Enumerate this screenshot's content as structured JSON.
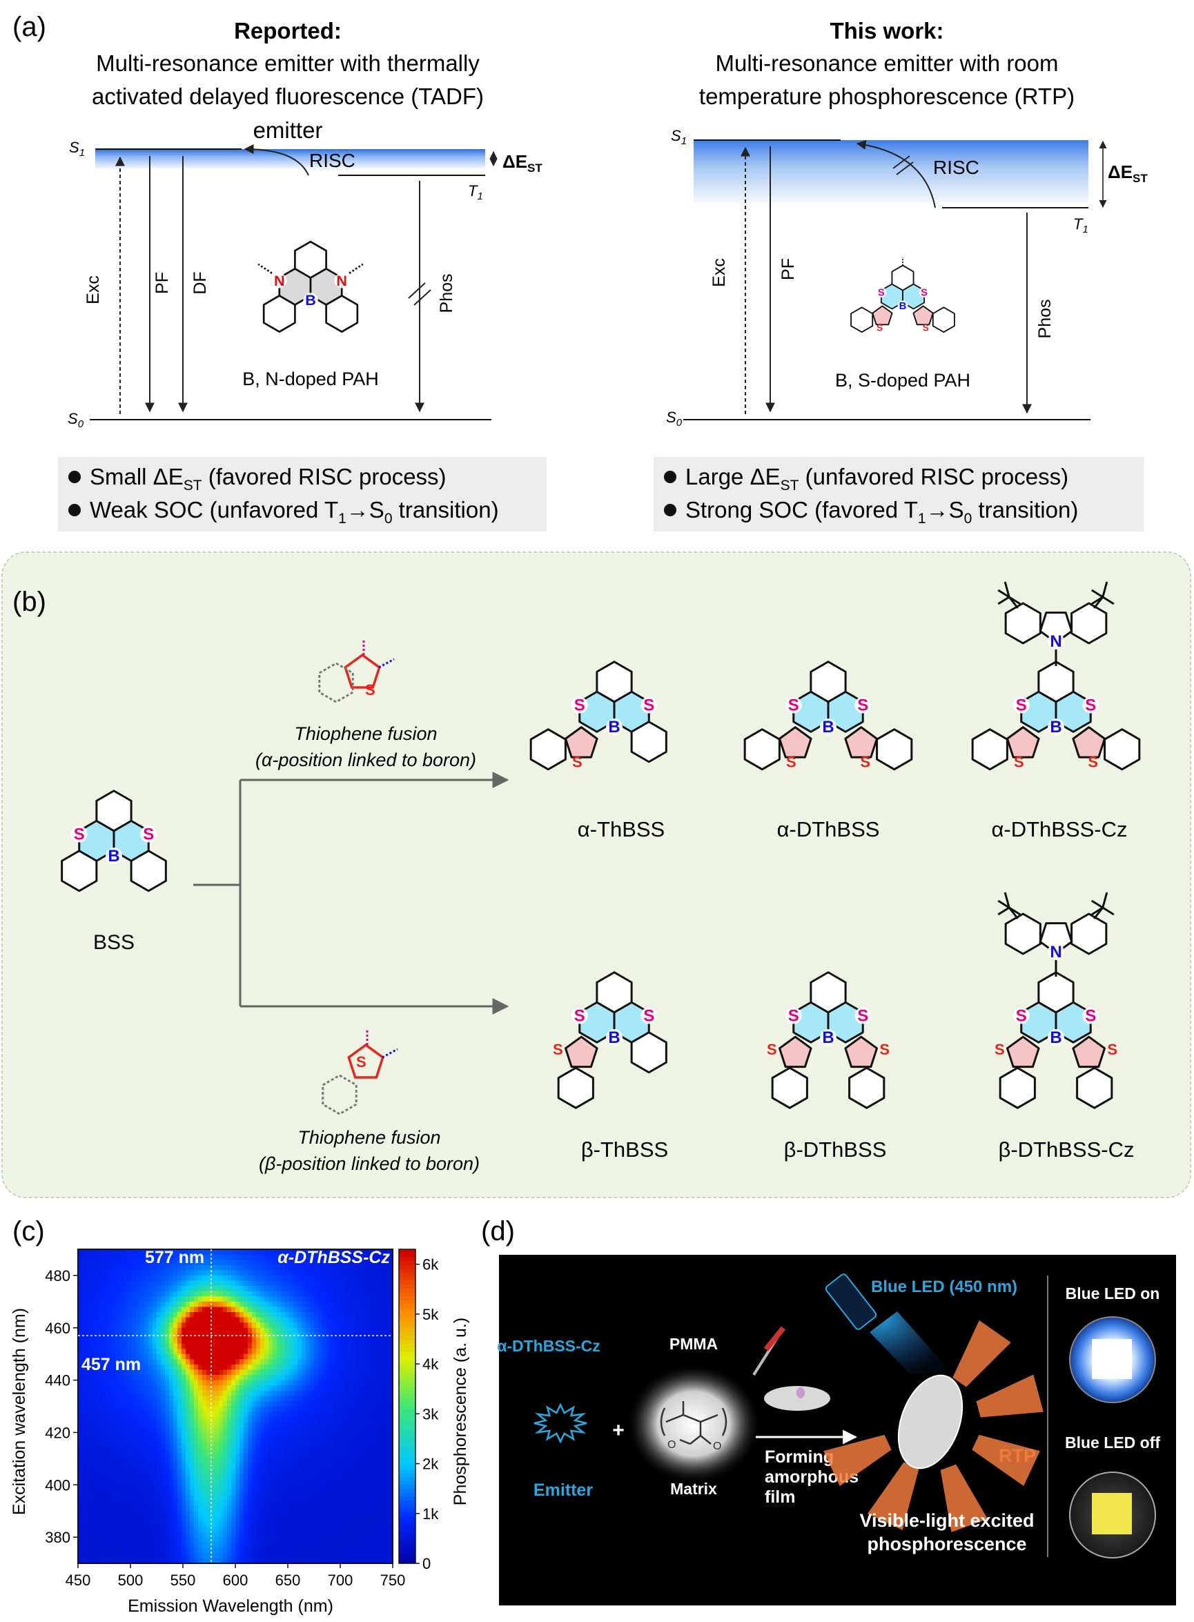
{
  "panel_a": {
    "label": "(a)",
    "reported": {
      "heading": "Reported:",
      "line1": "Multi-resonance emitter with thermally",
      "line2": "activated delayed fluorescence  (TADF)",
      "line3": "emitter",
      "s1": "S",
      "s1_sub": "1",
      "t1": "T",
      "t1_sub": "1",
      "s0": "S",
      "s0_sub": "0",
      "risc": "RISC",
      "dest": "ΔE",
      "dest_sub": "ST",
      "exc": "Exc",
      "pf": "PF",
      "df": "DF",
      "phos": "Phos",
      "atom_n": "N",
      "atom_b": "B",
      "molecule_caption": "B, N-doped PAH",
      "bullet1_pre": "Small ΔE",
      "bullet1_sub": "ST",
      "bullet1_post": " (favored RISC process)",
      "bullet2_pre": "Weak SOC (unfavored T",
      "bullet2_sub1": "1",
      "bullet2_arrow": "→S",
      "bullet2_sub2": "0",
      "bullet2_post": " transition)"
    },
    "this_work": {
      "heading": "This work:",
      "line1": "Multi-resonance emitter with room",
      "line2": "temperature phosphorescence (RTP)",
      "s1": "S",
      "s1_sub": "1",
      "t1": "T",
      "t1_sub": "1",
      "s0": "S",
      "s0_sub": "0",
      "risc": "RISC",
      "dest": "ΔE",
      "dest_sub": "ST",
      "exc": "Exc",
      "pf": "PF",
      "phos": "Phos",
      "atom_s": "S",
      "atom_b": "B",
      "molecule_caption": "B, S-doped PAH",
      "bullet1_pre": "Large ΔE",
      "bullet1_sub": "ST",
      "bullet1_post": " (unfavored RISC process)",
      "bullet2_pre": "Strong SOC (favored  T",
      "bullet2_sub1": "1",
      "bullet2_arrow": "→S",
      "bullet2_sub2": "0",
      "bullet2_post": " transition)"
    }
  },
  "panel_b": {
    "label": "(b)",
    "alpha_caption1": "Thiophene fusion",
    "alpha_caption2": "(α-position linked to boron)",
    "beta_caption1": "Thiophene fusion",
    "beta_caption2": "(β-position linked to boron)",
    "atom_s": "S",
    "atom_b": "B",
    "atom_n": "N",
    "start_compound": "BSS",
    "alpha_compounds": [
      "α-ThBSS",
      "α-DThBSS",
      "α-DThBSS-Cz"
    ],
    "beta_compounds": [
      "β-ThBSS",
      "β-DThBSS",
      "β-DThBSS-Cz"
    ]
  },
  "panel_c": {
    "label": "(c)",
    "chart_data": {
      "type": "heatmap",
      "title": "α-DThBSS-Cz",
      "xlabel": "Emission Wavelength (nm)",
      "ylabel": "Excitation wavelength (nm)",
      "colorbar_label": "Phosphorescence (a. u.)",
      "xlim": [
        450,
        750
      ],
      "ylim": [
        370,
        490
      ],
      "xticks": [
        450,
        500,
        550,
        600,
        650,
        700,
        750
      ],
      "yticks": [
        380,
        400,
        420,
        440,
        460,
        480
      ],
      "colorbar_ticks": [
        "0",
        "1k",
        "2k",
        "3k",
        "4k",
        "5k",
        "6k"
      ],
      "colorbar_range": [
        0,
        6300
      ],
      "peak": {
        "emission_nm": 577,
        "excitation_nm": 457,
        "intensity": 6200
      },
      "peak_emission_label": "577 nm",
      "peak_excitation_label": "457 nm"
    }
  },
  "panel_d": {
    "label": "(d)",
    "emitter_name": "α-DThBSS-Cz",
    "emitter_label": "Emitter",
    "plus": "+",
    "matrix_top": "PMMA",
    "matrix_label": "Matrix",
    "process1": "Forming",
    "process2": "amorphous",
    "process3": "film",
    "led_label": "Blue LED (450 nm)",
    "rtp_label": "RTP",
    "result1": "Visible-light excited",
    "result2": "phosphorescence",
    "led_on": "Blue LED on",
    "led_off": "Blue LED off"
  },
  "colors": {
    "sulfur_pink": "#e6007e",
    "thiophene_red": "#e8241c",
    "boron_blue": "#1010e0",
    "ring_fill_blue": "#a6e8f8",
    "ring_fill_pink": "#f5c4c4",
    "panel_b_bg": "#eef3e4",
    "bullet_bg": "#ececec",
    "cyan_text": "#29a8e0",
    "rtp_orange": "#f07a3c"
  }
}
